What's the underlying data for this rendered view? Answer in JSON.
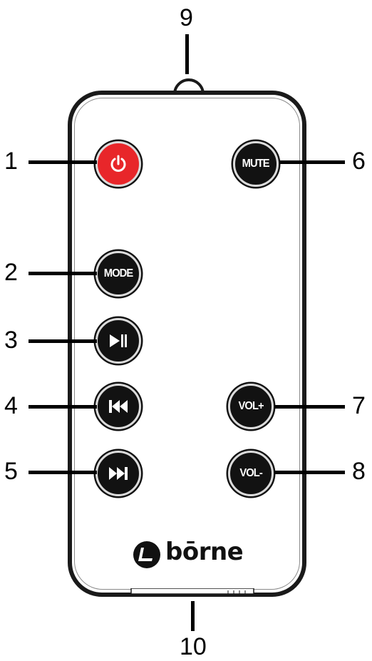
{
  "callouts": {
    "n1": "1",
    "n2": "2",
    "n3": "3",
    "n4": "4",
    "n5": "5",
    "n6": "6",
    "n7": "7",
    "n8": "8",
    "n9": "9",
    "n10": "10"
  },
  "buttons": {
    "power_icon": "power-icon",
    "mute": "MUTE",
    "mode": "MODE",
    "play_pause_icon": "play-pause-icon",
    "previous_icon": "previous-track-icon",
    "next_icon": "next-track-icon",
    "vol_up": "VOL+",
    "vol_down": "VOL-"
  },
  "brand": {
    "name": "bōrne"
  },
  "colors": {
    "power": "#e8262a",
    "button": "#121212",
    "outline": "#1a1a1a"
  }
}
